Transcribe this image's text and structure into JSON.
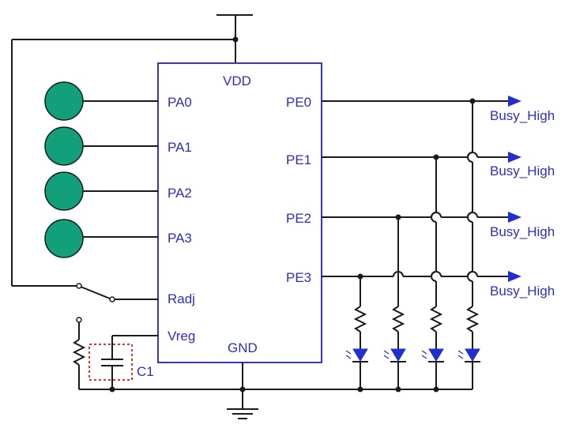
{
  "chip": {
    "vdd": "VDD",
    "gnd": "GND",
    "left_pins": [
      "PA0",
      "PA1",
      "PA2",
      "PA3",
      "Radj",
      "Vreg"
    ],
    "right_pins": [
      "PE0",
      "PE1",
      "PE2",
      "PE3"
    ]
  },
  "outputs": [
    "Busy_High",
    "Busy_High",
    "Busy_High",
    "Busy_High"
  ],
  "capacitor": {
    "label": "C1"
  },
  "colors": {
    "chip_outline": "#3535c8",
    "label_text": "#2d2dc0",
    "button_fill": "#11a07a",
    "led_fill": "#2030d0",
    "cap_highlight": "#e03030"
  }
}
